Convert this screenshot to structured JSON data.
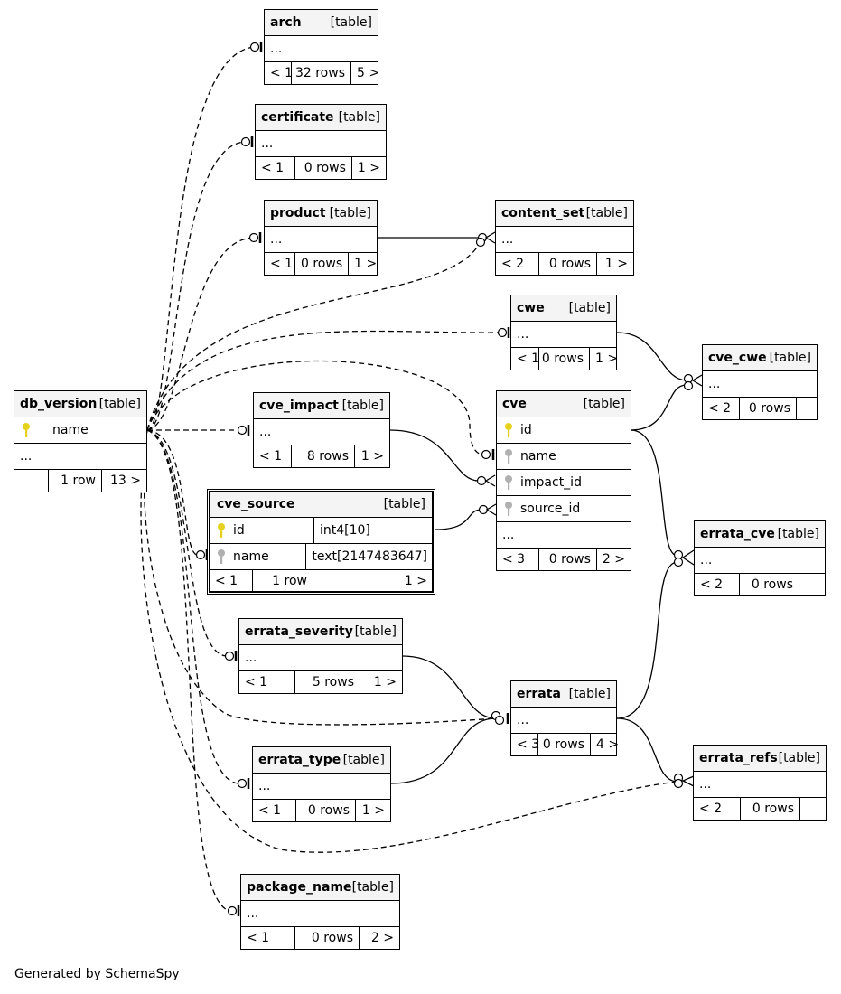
{
  "generated_by": "Generated by SchemaSpy",
  "tables": {
    "arch": {
      "name": "arch",
      "type": "[table]",
      "cols": [
        "..."
      ],
      "foot": [
        "< 1",
        "32 rows",
        "5 >"
      ]
    },
    "certificate": {
      "name": "certificate",
      "type": "[table]",
      "cols": [
        "..."
      ],
      "foot": [
        "< 1",
        "0 rows",
        "1 >"
      ]
    },
    "product": {
      "name": "product",
      "type": "[table]",
      "cols": [
        "..."
      ],
      "foot": [
        "< 1",
        "0 rows",
        "1 >"
      ]
    },
    "content_set": {
      "name": "content_set",
      "type": "[table]",
      "cols": [
        "..."
      ],
      "foot": [
        "< 2",
        "0 rows",
        "1 >"
      ]
    },
    "cwe": {
      "name": "cwe",
      "type": "[table]",
      "cols": [
        "..."
      ],
      "foot": [
        "< 1",
        "0 rows",
        "1 >"
      ]
    },
    "cve_cwe": {
      "name": "cve_cwe",
      "type": "[table]",
      "cols": [
        "..."
      ],
      "foot": [
        "< 2",
        "0 rows",
        ""
      ]
    },
    "db_version": {
      "name": "db_version",
      "type": "[table]",
      "pk": "name",
      "cols": [
        "..."
      ],
      "foot": [
        "",
        "1 row",
        "13 >"
      ]
    },
    "cve_impact": {
      "name": "cve_impact",
      "type": "[table]",
      "cols": [
        "..."
      ],
      "foot": [
        "< 1",
        "8 rows",
        "1 >"
      ]
    },
    "cve": {
      "name": "cve",
      "type": "[table]",
      "keys": [
        "id",
        "name",
        "impact_id",
        "source_id"
      ],
      "cols": [
        "..."
      ],
      "foot": [
        "< 3",
        "0 rows",
        "2 >"
      ]
    },
    "cve_source": {
      "name": "cve_source",
      "type": "[table]",
      "columns": [
        {
          "name": "id",
          "type": "int4[10]"
        },
        {
          "name": "name",
          "type": "text[2147483647]"
        }
      ],
      "foot": [
        "< 1",
        "1 row",
        "1 >"
      ]
    },
    "errata_cve": {
      "name": "errata_cve",
      "type": "[table]",
      "cols": [
        "..."
      ],
      "foot": [
        "< 2",
        "0 rows",
        ""
      ]
    },
    "errata_severity": {
      "name": "errata_severity",
      "type": "[table]",
      "cols": [
        "..."
      ],
      "foot": [
        "< 1",
        "5 rows",
        "1 >"
      ]
    },
    "errata": {
      "name": "errata",
      "type": "[table]",
      "cols": [
        "..."
      ],
      "foot": [
        "< 3",
        "0 rows",
        "4 >"
      ]
    },
    "errata_type": {
      "name": "errata_type",
      "type": "[table]",
      "cols": [
        "..."
      ],
      "foot": [
        "< 1",
        "0 rows",
        "1 >"
      ]
    },
    "errata_refs": {
      "name": "errata_refs",
      "type": "[table]",
      "cols": [
        "..."
      ],
      "foot": [
        "< 2",
        "0 rows",
        ""
      ]
    },
    "package_name": {
      "name": "package_name",
      "type": "[table]",
      "cols": [
        "..."
      ],
      "foot": [
        "< 1",
        "0 rows",
        "2 >"
      ]
    }
  },
  "colors": {
    "pk_key": "#e6d21e",
    "fk_key": "#b0b0b0",
    "header_bg": "#f4f4f4"
  }
}
